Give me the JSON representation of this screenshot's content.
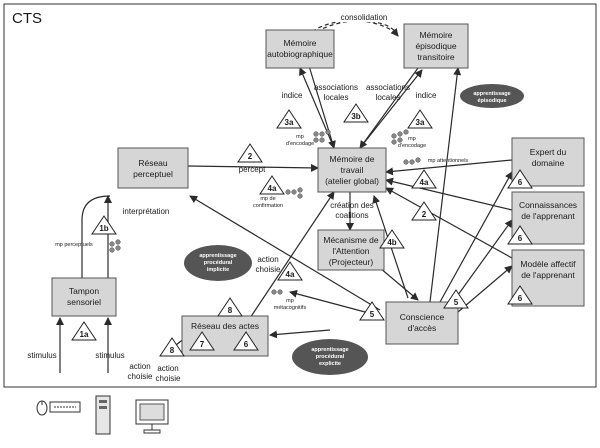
{
  "title": "CTS",
  "boxes": {
    "memoire_auto": [
      "Mémoire",
      "autobiographique"
    ],
    "memoire_episodique": [
      "Mémoire",
      "épisodique",
      "transitoire"
    ],
    "reseau_perceptuel": [
      "Réseau",
      "perceptuel"
    ],
    "memoire_travail": [
      "Mémoire de",
      "travail",
      "(atelier global)"
    ],
    "mecanisme_attention": [
      "Mécanisme de",
      "l'Attention",
      "(Projecteur)"
    ],
    "tampon_sensoriel": [
      "Tampon",
      "sensoriel"
    ],
    "reseau_actes": "Réseau des actes",
    "conscience_acces": [
      "Conscience",
      "d'accès"
    ],
    "expert_domaine": [
      "Expert du",
      "domaine"
    ],
    "connaissances": [
      "Connaissances",
      "de l'apprenant"
    ],
    "modele_affectif": [
      "Modèle affectif",
      "de l'apprenant"
    ]
  },
  "labels": {
    "consolidation": "consolidation",
    "indice_left": "indice",
    "indice_right": "indice",
    "assoc_left": [
      "associations",
      "locales"
    ],
    "assoc_right": [
      "associations",
      "locales"
    ],
    "percept": "percept",
    "interpretation": "interprétation",
    "creation": [
      "création des",
      "coalitions"
    ],
    "action_choisie_mid": [
      "action",
      "choisie"
    ],
    "stimulus_left": "stimulus",
    "stimulus_right": "stimulus",
    "action_choisie_bl1": [
      "action",
      "choisie"
    ],
    "action_choisie_bl2": [
      "action",
      "choisie"
    ],
    "mp_encodage_left": [
      "mp",
      "d'encodage"
    ],
    "mp_encodage_right": [
      "mp",
      "d'encodage"
    ],
    "mp_attentionnels": "mp attentionnels",
    "mp_confirmation": [
      "mp de",
      "confirmation"
    ],
    "mp_perceptuels": "mp perceptuels",
    "mp_metacognitifs": [
      "mp",
      "métacognitifs"
    ]
  },
  "ovals": {
    "episodique": [
      "apprentissage",
      "épisodique"
    ],
    "implicite": [
      "apprentissage",
      "procédural",
      "implicite"
    ],
    "explicite": [
      "apprentissage",
      "procédural",
      "explicite"
    ]
  },
  "triangles": {
    "t3a_left": "3a",
    "t3b": "3b",
    "t3a_right": "3a",
    "t2_top": "2",
    "t1b": "1b",
    "t4a_conf": "4a",
    "t4a_right": "4a",
    "t2_right": "2",
    "t4b": "4b",
    "t4a_meta": "4a",
    "t5_left": "5",
    "t5_right": "5",
    "t6_expert": "6",
    "t6_conn": "6",
    "t6_modele": "6",
    "t1a": "1a",
    "t8_actes": "8",
    "t8_bottom": "8",
    "t7": "7",
    "t6_actes": "6"
  }
}
